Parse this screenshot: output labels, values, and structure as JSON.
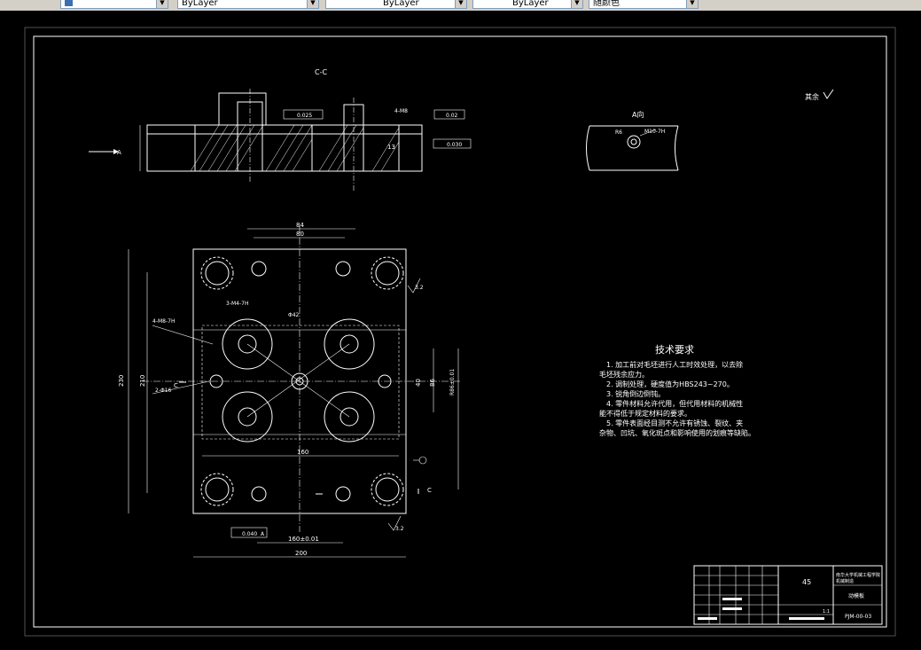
{
  "toolbar": {
    "items": [
      "",
      "ByLayer",
      "ByLayer",
      "ByLayer",
      "随颜色"
    ]
  },
  "drawing": {
    "section_title": "C-C",
    "view_a_title": "A向",
    "view_a_arrow": "A",
    "roughness_other": "其余",
    "section_mark_left": "C",
    "section_mark_right": "C",
    "view_a_note": "M10-7H",
    "view_a_radius": "R6",
    "dims": {
      "top_84": "84",
      "top_80": "80",
      "left_230": "230",
      "left_210": "210",
      "right_40": "40",
      "right_86": "86",
      "right_r": "R86±0.01",
      "bottom_160": "160",
      "bottom_160tol": "160±0.01",
      "bottom_200": "200",
      "hole_3m4": "3-M4-7H",
      "hole_4m8": "4-M8-7H",
      "hole_2d16": "2-Φ16",
      "hole_d42": "Φ42",
      "tol_0040": "0.040",
      "tol_a": "A",
      "rough_32a": "3.2",
      "rough_32b": "3.2",
      "tol_c1": "0.025",
      "tol_c2": "0.02",
      "tol_c3": "0.030",
      "sec_13": "13",
      "sec_4m8": "4-M8"
    },
    "tech_title": "技术要求",
    "tech_lines": [
      "1. 加工前对毛坯进行人工时效处理，以去除",
      "毛坯残余应力。",
      "2. 调制处理，硬度值为HBS243~270。",
      "3. 锐角倒边倒钝。",
      "4. 零件材料允许代用，但代用材料的机械性",
      "能不得低于规定材料的要求。",
      "5. 零件表面经目测不允许有锈蚀、裂纹、夹",
      "杂物、凹坑、氧化斑点和影响使用的划痕等缺陷。"
    ]
  },
  "title_block": {
    "material": "45",
    "school": "南华大学机械工程学院",
    "school2": "机械制造",
    "part_name": "动模板",
    "drawing_no": "PJM-00-03",
    "scale": "1:1"
  }
}
